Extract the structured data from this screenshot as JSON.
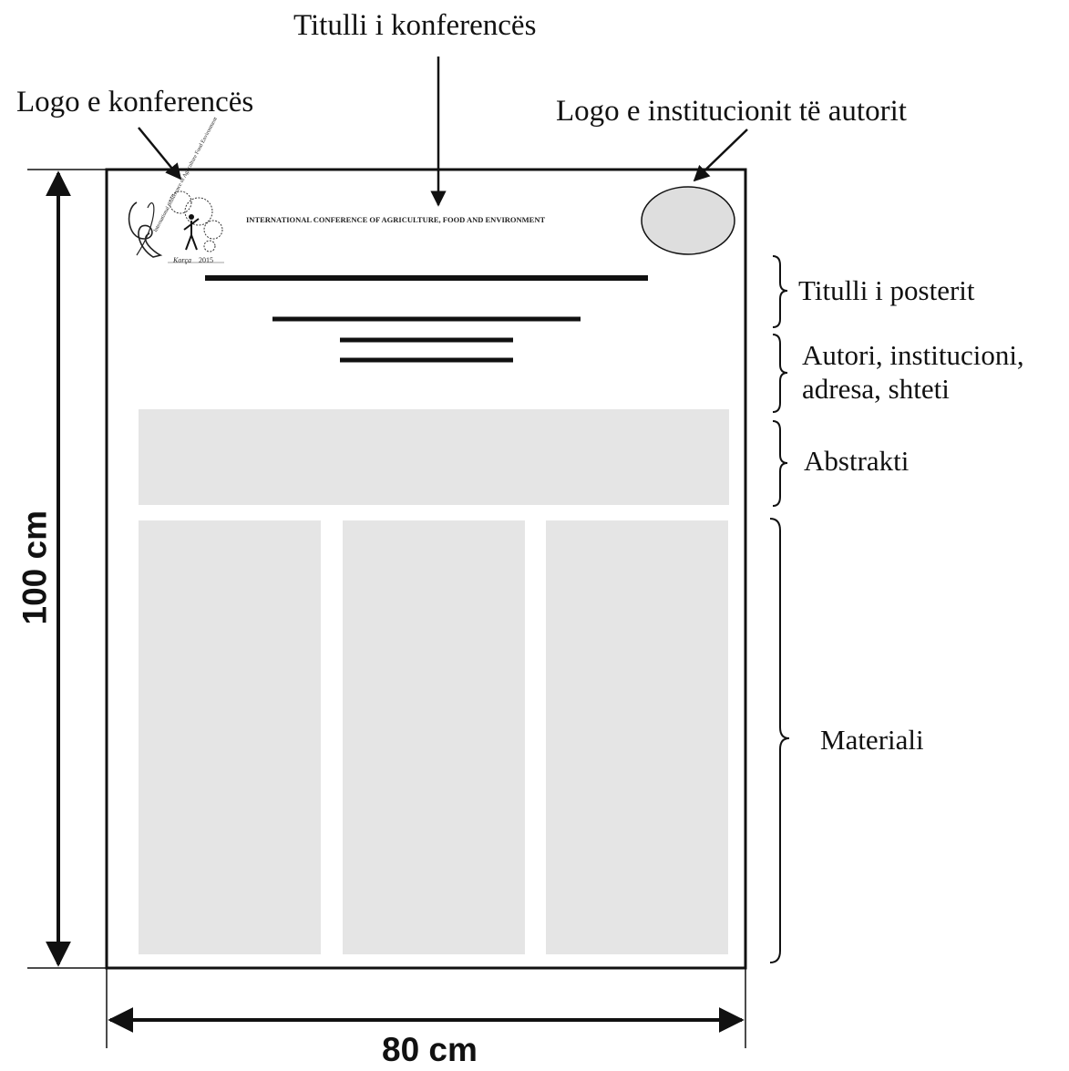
{
  "labels": {
    "conference_title": "Titulli i konferencës",
    "conference_logo": "Logo e konferencës",
    "institution_logo": "Logo e institucionit të autorit",
    "poster_title": "Titulli i posterit",
    "authors_line1": "Autori, institucioni,",
    "authors_line2": "adresa, shteti",
    "abstract": "Abstrakti",
    "material": "Materiali"
  },
  "dimensions": {
    "height": "100 cm",
    "width": "80 cm"
  },
  "poster": {
    "conference_name": "INTERNATIONAL CONFERENCE OF AGRICULTURE, FOOD AND ENVIRONMENT",
    "logo_text": "International Conference of Agriculture Food Environment",
    "logo_place": "Korça",
    "logo_year": "2015"
  },
  "colors": {
    "block_fill": "#e5e5e5",
    "ink": "#111111",
    "oval_fill": "#dedede"
  }
}
